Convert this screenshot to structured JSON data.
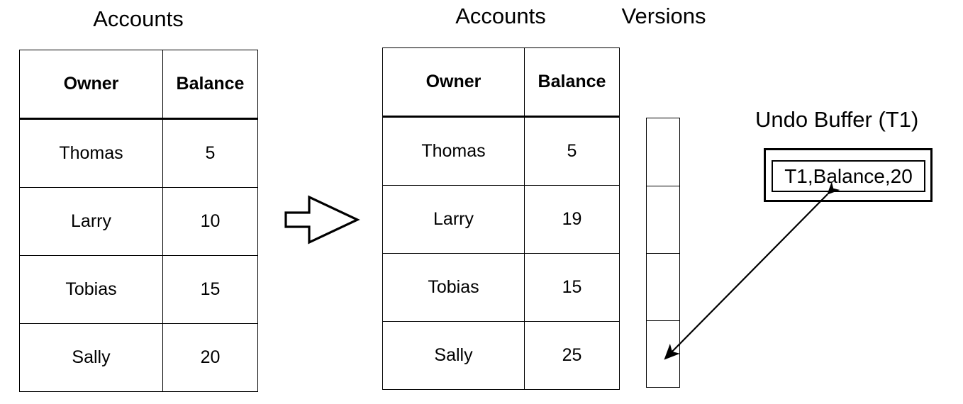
{
  "diagram": {
    "titles": {
      "accounts_before": "Accounts",
      "accounts_after": "Accounts",
      "versions": "Versions",
      "undo_buffer": "Undo Buffer (T1)"
    },
    "columns": [
      "Owner",
      "Balance"
    ],
    "table_before": {
      "caption": "Accounts",
      "headers": [
        "Owner",
        "Balance"
      ],
      "rows": [
        {
          "owner": "Thomas",
          "balance": "5",
          "balance_bold": false
        },
        {
          "owner": "Larry",
          "balance": "10",
          "balance_bold": false
        },
        {
          "owner": "Tobias",
          "balance": "15",
          "balance_bold": false
        },
        {
          "owner": "Sally",
          "balance": "20",
          "balance_bold": false
        }
      ]
    },
    "table_after": {
      "caption": "Accounts",
      "headers": [
        "Owner",
        "Balance"
      ],
      "rows": [
        {
          "owner": "Thomas",
          "balance": "5",
          "balance_bold": false
        },
        {
          "owner": "Larry",
          "balance": "19",
          "balance_bold": false
        },
        {
          "owner": "Tobias",
          "balance": "15",
          "balance_bold": false
        },
        {
          "owner": "Sally",
          "balance": "25",
          "balance_bold": true
        }
      ]
    },
    "versions": {
      "label": "Versions",
      "slot_count": 4,
      "slots": [
        "",
        "",
        "",
        ""
      ],
      "highlighted_slot_index": 3
    },
    "undo_buffer": {
      "label": "Undo Buffer (T1)",
      "entries": [
        "T1,Balance,20"
      ]
    },
    "arrows": {
      "transform_arrow": "block-arrow-right",
      "connector": "double-headed-arrow"
    },
    "colors": {
      "stroke": "#000000",
      "fill": "#ffffff",
      "text": "#000000"
    }
  }
}
